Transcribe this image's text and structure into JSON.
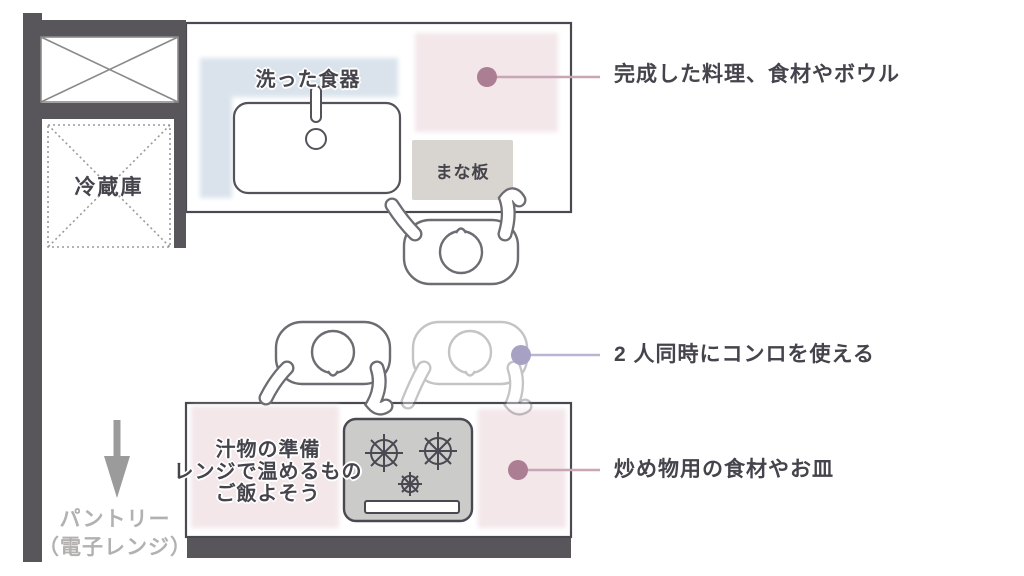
{
  "diagram": {
    "type": "kitchen-layout-floorplan",
    "upper_area": {
      "fridge_label": "冷蔵庫",
      "washed_dishes_label": "洗った食器",
      "cutting_board_label": "まな板"
    },
    "lower_area": {
      "stove_notes": [
        "汁物の準備",
        "レンジで温めるもの",
        "ご飯よそう"
      ],
      "pantry_line1": "パントリー",
      "pantry_line2": "（電子レンジ）"
    },
    "annotations": [
      {
        "id": "finished-dishes",
        "label": "完成した料理、食材やボウル"
      },
      {
        "id": "two-cooks",
        "label": "2 人同時にコンロを使える"
      },
      {
        "id": "stirfry-items",
        "label": "炒め物用の食材やお皿"
      }
    ],
    "colors": {
      "wall": "#59565b",
      "outline": "#4a4850",
      "blue_zone": "#dae3ec",
      "pink_zone": "#f3e7ea",
      "cutting_board": "#d8d4cf",
      "stove_fill": "#cbcbca",
      "mauve_dot": "#ab7e93",
      "mauve_line": "#c9a6b5",
      "purple_dot": "#a7a2c4",
      "purple_line": "#b9b5d2",
      "arrow_gray": "#9b9b9b",
      "gray_text": "#b3b0b0",
      "dark_text": "#45434b"
    }
  }
}
